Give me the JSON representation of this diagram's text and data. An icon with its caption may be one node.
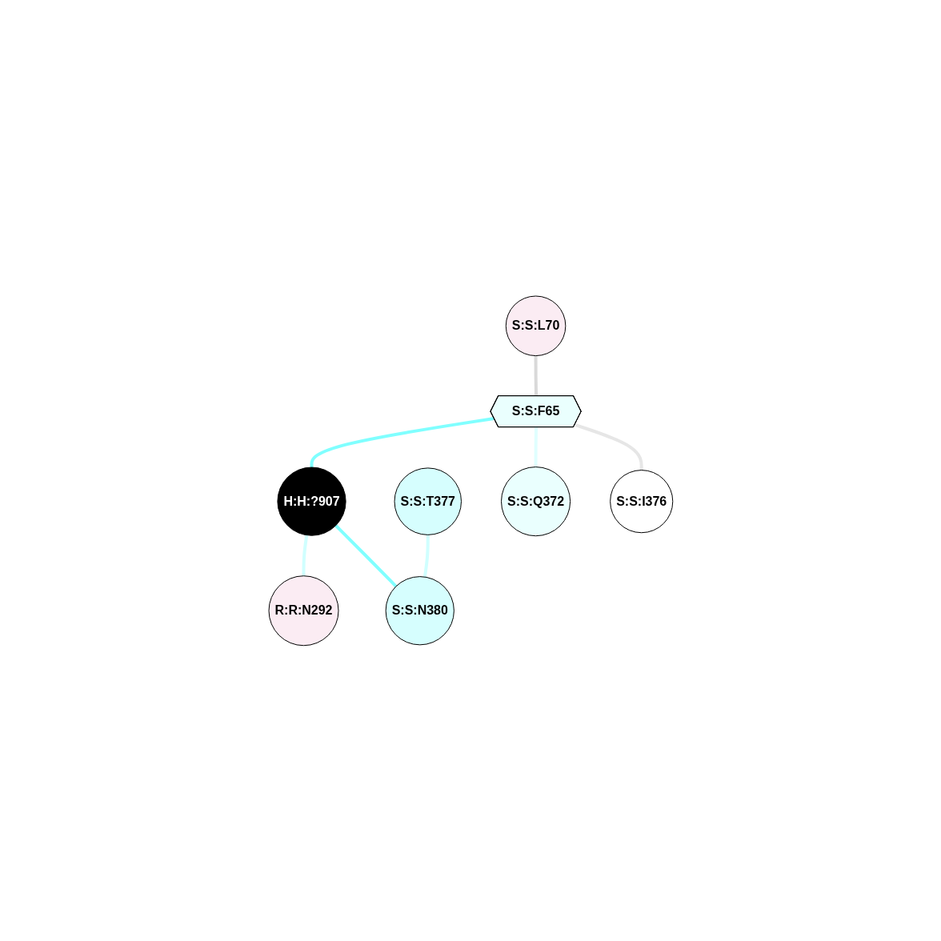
{
  "diagram": {
    "nodes": [
      {
        "text": [
          "S:S:L70"
        ]
      },
      {
        "text": [
          "S:S:F65"
        ]
      },
      {
        "text": [
          "S:S:T377"
        ]
      },
      {
        "text": [
          "H:H:?907"
        ]
      },
      {
        "text": [
          "S:S:Q372"
        ]
      },
      {
        "text": [
          "R:R:N292"
        ]
      },
      {
        "text": [
          "S:S:N380"
        ]
      },
      {
        "text": [
          "S:S:I376"
        ]
      }
    ],
    "edges": [
      {
        "from": 0,
        "to": 1,
        "arrow": "none",
        "color": "#d9d9d9"
      },
      {
        "from": 1,
        "to": 3,
        "arrow": "none",
        "color": "#80ffff"
      },
      {
        "from": 1,
        "to": 4,
        "arrow": "none",
        "color": "#e0ffff"
      },
      {
        "from": 1,
        "to": 7,
        "arrow": "none",
        "color": "#e6e6e6"
      },
      {
        "from": 2,
        "to": 6,
        "arrow": "none",
        "color": "#d0ffff"
      },
      {
        "from": 3,
        "to": 5,
        "arrow": "none",
        "color": "#d0ffff"
      },
      {
        "from": 3,
        "to": 6,
        "arrow": "none",
        "color": "#80ffff"
      }
    ]
  }
}
